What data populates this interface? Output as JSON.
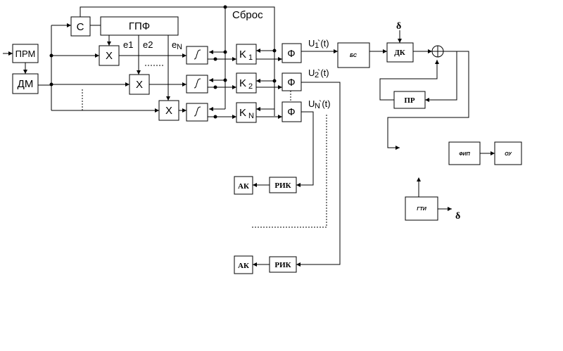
{
  "blocks": {
    "prm": "ПРМ",
    "dm": "ДМ",
    "c": "С",
    "gpf": "ГПФ",
    "mult": "Х",
    "k1": "K",
    "k1_sub": "1",
    "k2": "K",
    "k2_sub": "2",
    "kn": "K",
    "kn_sub": "N",
    "phi": "Ф",
    "bs": "БС",
    "dk": "ДК",
    "pr": "ПР",
    "ak": "АК",
    "rik": "РИК",
    "fip": "ФИП",
    "ou": "ОУ",
    "gti": "ГТИ"
  },
  "labels": {
    "sbros": "Сброс",
    "e1": "e1",
    "e2": "e2",
    "en": "e",
    "en_sub": "N",
    "u1": "U",
    "u1_sub": "1",
    "u1_tail": "`(t)",
    "u2": "U",
    "u2_sub": "2",
    "u2_tail": "`(t)",
    "un": "U",
    "un_sub": "N",
    "un_tail": "`(t)",
    "delta_top": "δ",
    "delta_gti": "δ"
  }
}
